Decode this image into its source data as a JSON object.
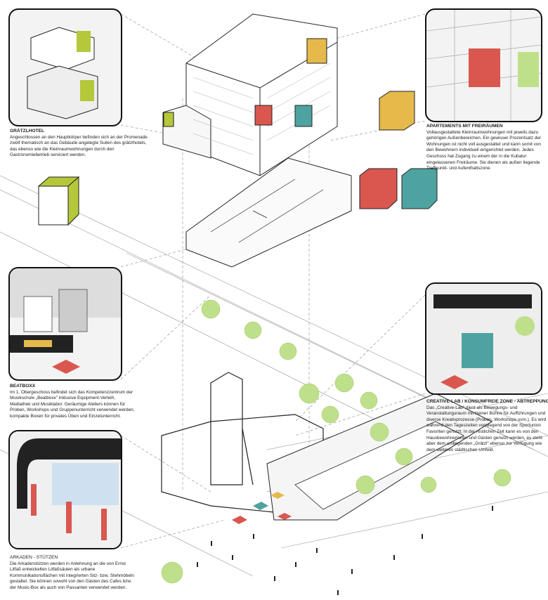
{
  "captions": {
    "hotel": {
      "title": "GRÄTZLHOTEL",
      "body": "Angeschlossen an den Hauptkörper befinden sich an der Promenade zwölf thematisch an das Gebäude angelegte Suiten des grätzlhotels, das ebenso wie die Kleinraumwohnungen durch den Gastronomiebetrieb serviciert werden."
    },
    "apartments": {
      "title": "APARTEMENTS MIT FREIRÄUMEN",
      "body": "Vollausgestattete Kleinraumwohnungen mit jeweils dazu gehörigen Außenbereichen. Ein gewisser Prozentsatz der Wohnungen ist nicht voll ausgestattet und kann somit von den Bewohnern individuell eingerichtet werden. Jedes Geschoss hat Zugang zu einem der in die Kubatur eingelassenen Freiräume. Sie dienen als außen liegende Treffpunkt- und Aufenthaltszone."
    },
    "beatboxx": {
      "title": "BEATBOXX",
      "body": "Im 1. Obergeschoss befindet sich das Kompetenzzentrum der Musikschule „Beatboxx\" inklusive Equipment-Verleih, Mediathek und Musiklabor. Geräumige Ateliers können für Proben, Workshops und Gruppenunterricht verwendet werden, kompakte Boxen für privates Üben und Einzelunterricht."
    },
    "creative_lab": {
      "title": "CREATIVE-LAB / KONSUMFREIE ZONE - ABTREPPUNG",
      "body": "Das „Creative-Lab\" dient als Bewegungs- und Veranstaltungsraum mit kleiner Bühne für Aufführungen und diverse Kreativprozesse (Proben, Workshops uvm.). Es wird während den Tageszeiten vorwiegend von der Sportunion Favoriten genutzt. In der restlichen Zeit kann es von den Hausbewohnerinnen und Gästen genutzt werden, es steht aber dem umliegenden „Grätzl\" ebenso zur Verfügung wie dem weiteren städtischen Umfeld."
    },
    "arkaden": {
      "title": "ARKADEN - STÜTZEN",
      "body": "Die Arkadenstützen werden in Anlehnung an die von Ernst Litfaß entwickelten Litfaßsäulen als urbane Kommunikationsflächen mit integrierten Sitz- bzw. Stehmöbeln gestaltet. Sie können sowohl von den Gästen des Cafes bzw. der Music-Box als auch von Passanten verwendet werden."
    }
  },
  "colors": {
    "yellow": "#e5b94a",
    "red": "#d9574f",
    "teal": "#4ea3a0",
    "lime": "#b5c83a",
    "tree": "#bfe08a",
    "line": "#222222"
  }
}
